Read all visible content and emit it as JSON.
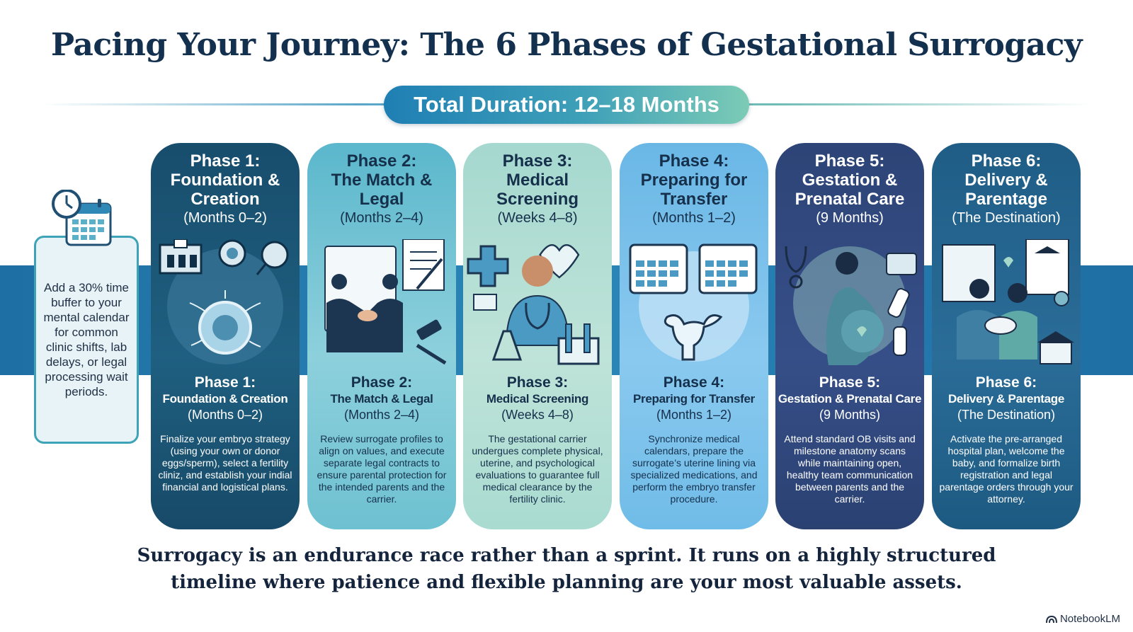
{
  "title": "Pacing Your Journey: The 6 Phases of Gestational Surrogacy",
  "duration": "Total Duration: 12–18 Months",
  "buffer_note": "Add a 30% time buffer to your mental calendar for common clinic shifts, lab delays, or legal processing wait periods.",
  "phases": [
    {
      "title": "Phase 1:",
      "name_lines": [
        "Foundation &",
        "Creation"
      ],
      "duration": "(Months 0–2)",
      "sub_title": "Phase 1:",
      "sub_name": "Foundation & Creation",
      "sub_duration": "(Months 0–2)",
      "description": "Finalize your embryo strategy (using your own or donor eggs/sperm), select a fertility cliniz, and establish your indial financial and logistical plans."
    },
    {
      "title": "Phase 2:",
      "name_lines": [
        "The Match &",
        "Legal"
      ],
      "duration": "(Months 2–4)",
      "sub_title": "Phase 2:",
      "sub_name": "The Match & Legal",
      "sub_duration": "(Months 2–4)",
      "description": "Review surrogate profiles to align on values, and execute separate legal contracts to ensure parental protection for the intended parents and the carrier."
    },
    {
      "title": "Phase 3:",
      "name_lines": [
        "Medical",
        "Screening"
      ],
      "duration": "(Weeks 4–8)",
      "sub_title": "Phase 3:",
      "sub_name": "Medical Screening",
      "sub_duration": "(Weeks 4–8)",
      "description": "The gestational carrier undergues complete physical, uterine, and psychological evaluations to guarantee full medical clearance by the fertility clinic."
    },
    {
      "title": "Phase 4:",
      "name_lines": [
        "Preparing for",
        "Transfer"
      ],
      "duration": "(Months 1–2)",
      "sub_title": "Phase 4:",
      "sub_name": "Preparing for Transfer",
      "sub_duration": "(Months 1–2)",
      "description": "Synchronize medical calendars, prepare the surrogate’s uterine lining via specialized medications, and perform the embryo transfer procedure."
    },
    {
      "title": "Phase 5:",
      "name_lines": [
        "Gestation &",
        "Prenatal Care"
      ],
      "duration": "(9 Months)",
      "sub_title": "Phase 5:",
      "sub_name": "Gestation & Prenatal Care",
      "sub_duration": "(9 Months)",
      "description": "Attend standard OB visits and milestone anatomy scans while maintaining open, healthy team communication between parents and the carrier."
    },
    {
      "title": "Phase 6:",
      "name_lines": [
        "Delivery &",
        "Parentage"
      ],
      "duration": "(The Destination)",
      "sub_title": "Phase 6:",
      "sub_name": "Delivery & Parentage",
      "sub_duration": "(The Destination)",
      "description": "Activate the pre-arranged hospital plan, welcome the baby, and formalize birth registration and legal parentage orders through your attorney."
    }
  ],
  "footer_lines": [
    "Surrogacy is an endurance race rather than a sprint. It runs on a highly structured",
    "timeline where patience and flexible planning are your most valuable assets."
  ],
  "brand": "NotebookLM",
  "icons": [
    "clock-calendar-icon",
    "clinic-embryo-icon",
    "handshake-contract-icon",
    "medical-screening-icon",
    "calendar-uterus-icon",
    "pregnancy-icon",
    "family-certificate-icon"
  ],
  "colors": {
    "title": "#14304f",
    "band": "#2b86b8",
    "phase1": "#1f5f80",
    "phase2": "#8dd0dc",
    "phase3": "#bfe3d8",
    "phase4": "#8ac9ef",
    "phase5": "#364f88",
    "phase6": "#2a6d98"
  }
}
